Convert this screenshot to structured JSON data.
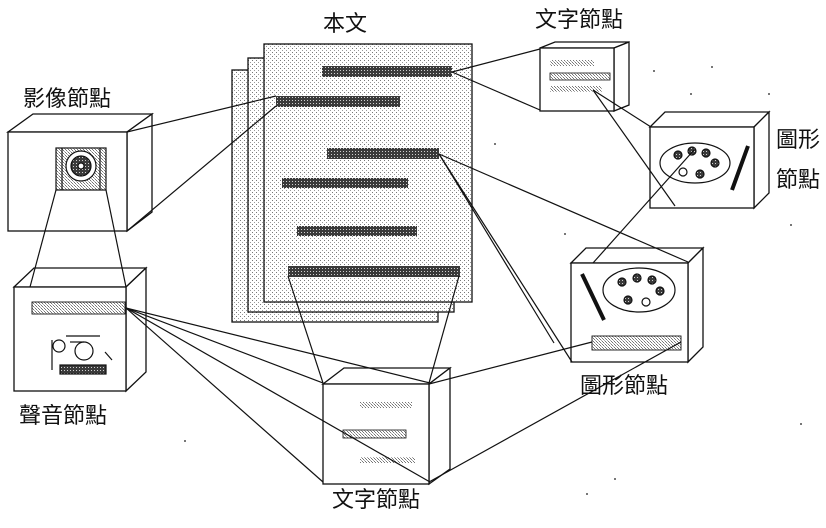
{
  "labels": {
    "main_doc": "本文",
    "text_node_top": "文字節點",
    "image_node": "影像節點",
    "graphic_node_right_line1": "圖形",
    "graphic_node_right_line2": "節點",
    "graphic_node_middle": "圖形節點",
    "sound_node": "聲音節點",
    "text_node_bottom": "文字節點"
  },
  "colors": {
    "line": "#111111",
    "text_bar": "#555555",
    "dotted_fill": "#bdbdbd"
  },
  "icons": {
    "image_node": "film-reel-icon",
    "graphic_node": "paint-palette-icon",
    "sound_node": "audio-circuit-icon"
  }
}
